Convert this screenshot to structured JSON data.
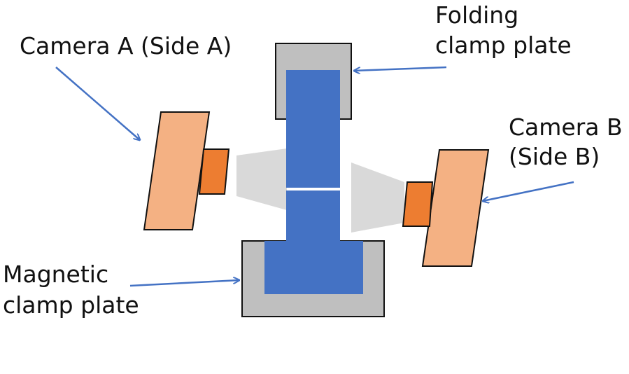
{
  "labels": {
    "camera_a": "Camera A (Side A)",
    "folding_line1": "Folding",
    "folding_line2": "clamp plate",
    "camera_b_line1": "Camera B",
    "camera_b_line2": "(Side B)",
    "magnetic_line1": "Magnetic",
    "magnetic_line2": "clamp plate"
  },
  "colors": {
    "sample_blue": "#4472c4",
    "clamp_gray": "#bfbfbf",
    "camera_body": "#f4b183",
    "camera_lens": "#ed7d31",
    "field_of_view": "#d9d9d9",
    "arrow": "#4472c4",
    "outline": "#111111"
  }
}
